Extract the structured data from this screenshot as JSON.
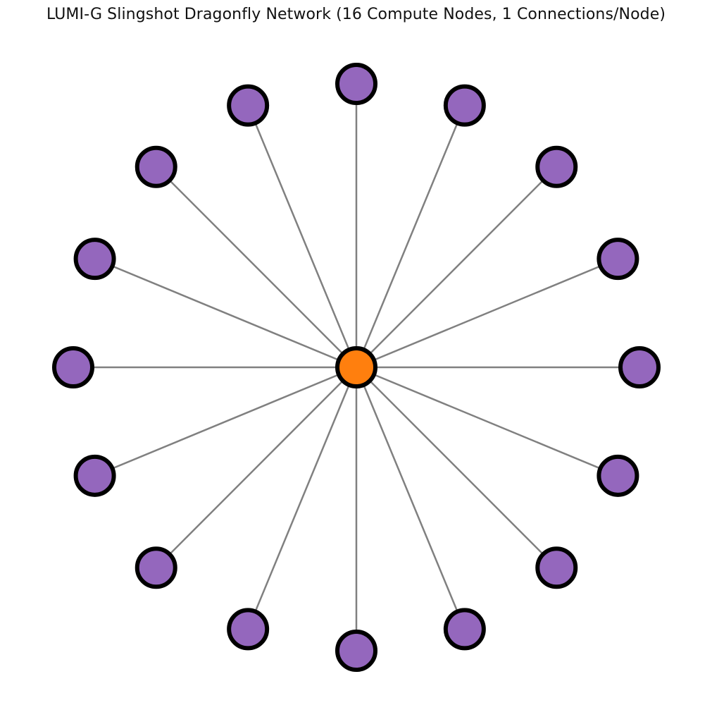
{
  "title": "LUMI-G Slingshot Dragonfly Network (16 Compute Nodes, 1 Connections/Node)",
  "colors": {
    "hub_fill": "#ff7f0e",
    "node_fill": "#9467bd",
    "node_stroke": "#000000",
    "edge": "#808080",
    "background": "#ffffff"
  },
  "network": {
    "hub": {
      "id": "switch"
    },
    "compute_node_count": 16,
    "connections_per_node": 1
  }
}
